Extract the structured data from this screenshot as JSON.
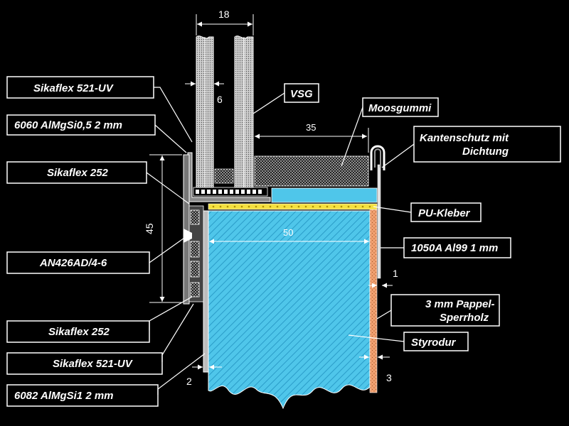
{
  "colors": {
    "background": "#000000",
    "lines": "#ffffff",
    "insulation": "#4fc6ea",
    "plywood": "#f0a070",
    "adhesive": "#f4e040",
    "aluminium": "#9a9a9a"
  },
  "labels": {
    "sikaflex521_top": "Sikaflex 521-UV",
    "alu6060": "6060 AlMgSi0,5 2 mm",
    "sikaflex252_top": "Sikaflex 252",
    "an426": "AN426AD/4-6",
    "sikaflex252_bottom": "Sikaflex 252",
    "sikaflex521_bottom": "Sikaflex 521-UV",
    "alu6082": "6082 AlMgSi1 2 mm",
    "vsg": "VSG",
    "moosgummi": "Moosgummi",
    "kantenschutz_l1": "Kantenschutz mit",
    "kantenschutz_l2": "Dichtung",
    "pu_kleber": "PU-Kleber",
    "alu1050": "1050A Al99 1 mm",
    "pappel_l1": "3 mm Pappel-",
    "pappel_l2": "Sperrholz",
    "styrodur": "Styrodur"
  },
  "dimensions": {
    "d18": "18",
    "d6": "6",
    "d35": "35",
    "d45": "45",
    "d50": "50",
    "d1": "1",
    "d2": "2",
    "d3": "3"
  }
}
